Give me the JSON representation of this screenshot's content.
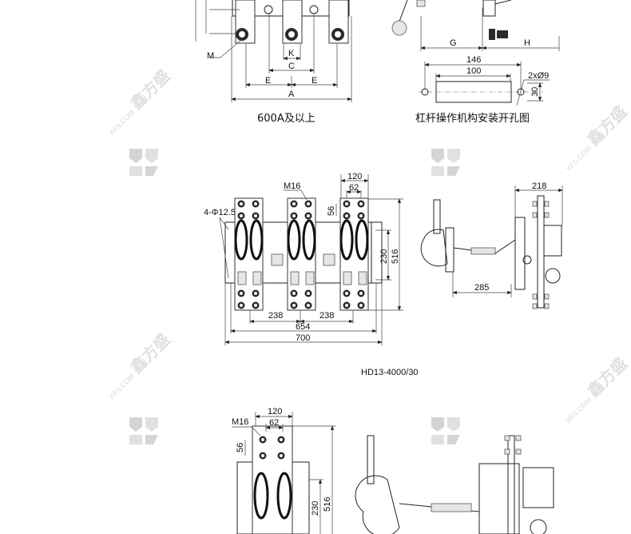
{
  "watermark": {
    "site": "XFS.COM",
    "brand": "鑫方盛",
    "logo_color": "#d4d4d4"
  },
  "top_left": {
    "caption": "600A及以上",
    "labels": {
      "m": "M",
      "k": "K",
      "c": "C",
      "e1": "E",
      "e2": "E",
      "a": "A"
    }
  },
  "top_right": {
    "caption": "杠杆操作机构安装开孔图",
    "labels": {
      "g": "G",
      "h": "H",
      "d146": "146",
      "d100": "100",
      "holes": "2xØ9",
      "d30": "30"
    }
  },
  "middle": {
    "labels": {
      "m16": "M16",
      "holes": "4-Φ12.5",
      "d120": "120",
      "d62": "62",
      "d56": "56",
      "d230": "230",
      "d516": "516",
      "d238a": "238",
      "d238b": "238",
      "d654": "654",
      "d700": "700",
      "d218": "218",
      "d285": "285"
    }
  },
  "model": "HD13-4000/30",
  "bottom": {
    "labels": {
      "m16": "M16",
      "d120": "120",
      "d62": "62",
      "d56": "56",
      "d230": "230",
      "d516": "516"
    }
  }
}
